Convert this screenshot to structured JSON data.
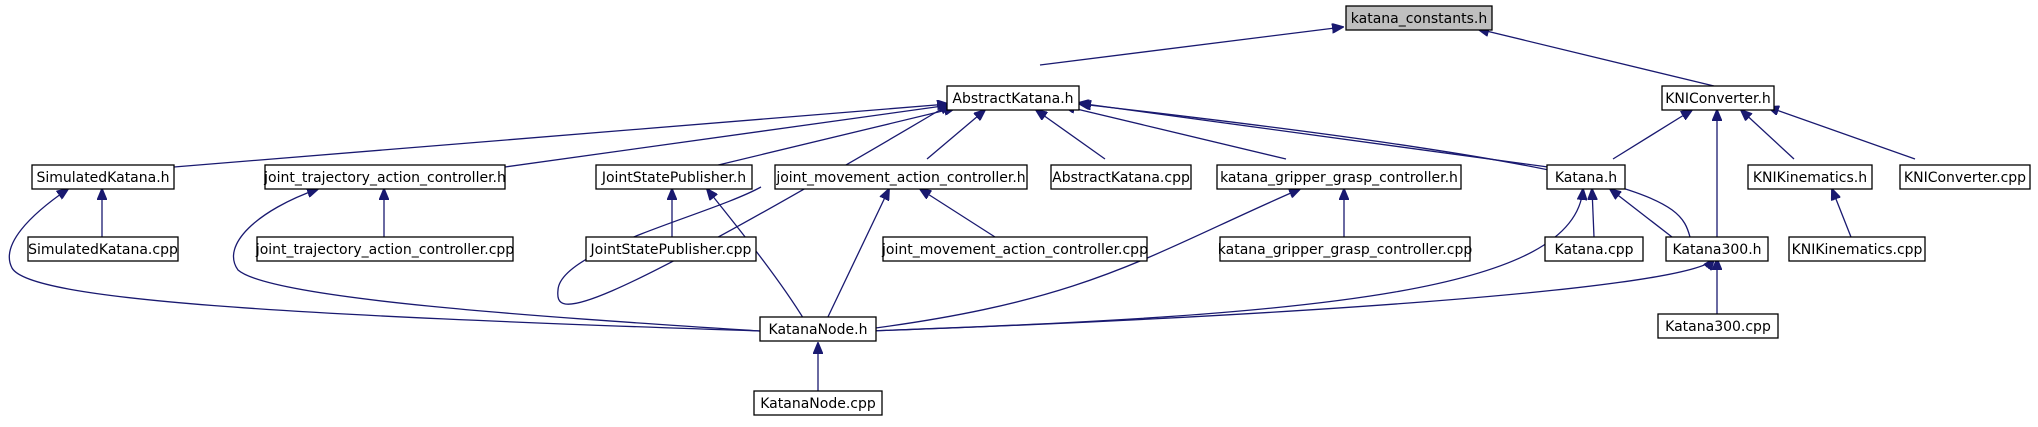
{
  "diagram": {
    "type": "include-dependency-graph",
    "edge_color": "#191970",
    "root_fill": "#bfbfbf",
    "nodes": {
      "katana_constants_h": {
        "label": "katana_constants.h",
        "root": true
      },
      "abstractkatana_h": {
        "label": "AbstractKatana.h"
      },
      "kniconverter_h": {
        "label": "KNIConverter.h"
      },
      "simulatedkatana_h": {
        "label": "SimulatedKatana.h"
      },
      "joint_trajectory_action_controller_h": {
        "label": "joint_trajectory_action_controller.h"
      },
      "jointstatepublisher_h": {
        "label": "JointStatePublisher.h"
      },
      "joint_movement_action_controller_h": {
        "label": "joint_movement_action_controller.h"
      },
      "abstractkatana_cpp": {
        "label": "AbstractKatana.cpp"
      },
      "katana_gripper_grasp_controller_h": {
        "label": "katana_gripper_grasp_controller.h"
      },
      "katana_h": {
        "label": "Katana.h"
      },
      "knikinematics_h": {
        "label": "KNIKinematics.h"
      },
      "kniconverter_cpp": {
        "label": "KNIConverter.cpp"
      },
      "simulatedkatana_cpp": {
        "label": "SimulatedKatana.cpp"
      },
      "joint_trajectory_action_controller_cpp": {
        "label": "joint_trajectory_action_controller.cpp"
      },
      "jointstatepublisher_cpp": {
        "label": "JointStatePublisher.cpp"
      },
      "joint_movement_action_controller_cpp": {
        "label": "joint_movement_action_controller.cpp"
      },
      "katana_gripper_grasp_controller_cpp": {
        "label": "katana_gripper_grasp_controller.cpp"
      },
      "katana_cpp": {
        "label": "Katana.cpp"
      },
      "katana300_h": {
        "label": "Katana300.h"
      },
      "knikinematics_cpp": {
        "label": "KNIKinematics.cpp"
      },
      "katananode_h": {
        "label": "KatanaNode.h"
      },
      "katana300_cpp": {
        "label": "Katana300.cpp"
      },
      "katananode_cpp": {
        "label": "KatanaNode.cpp"
      }
    }
  }
}
